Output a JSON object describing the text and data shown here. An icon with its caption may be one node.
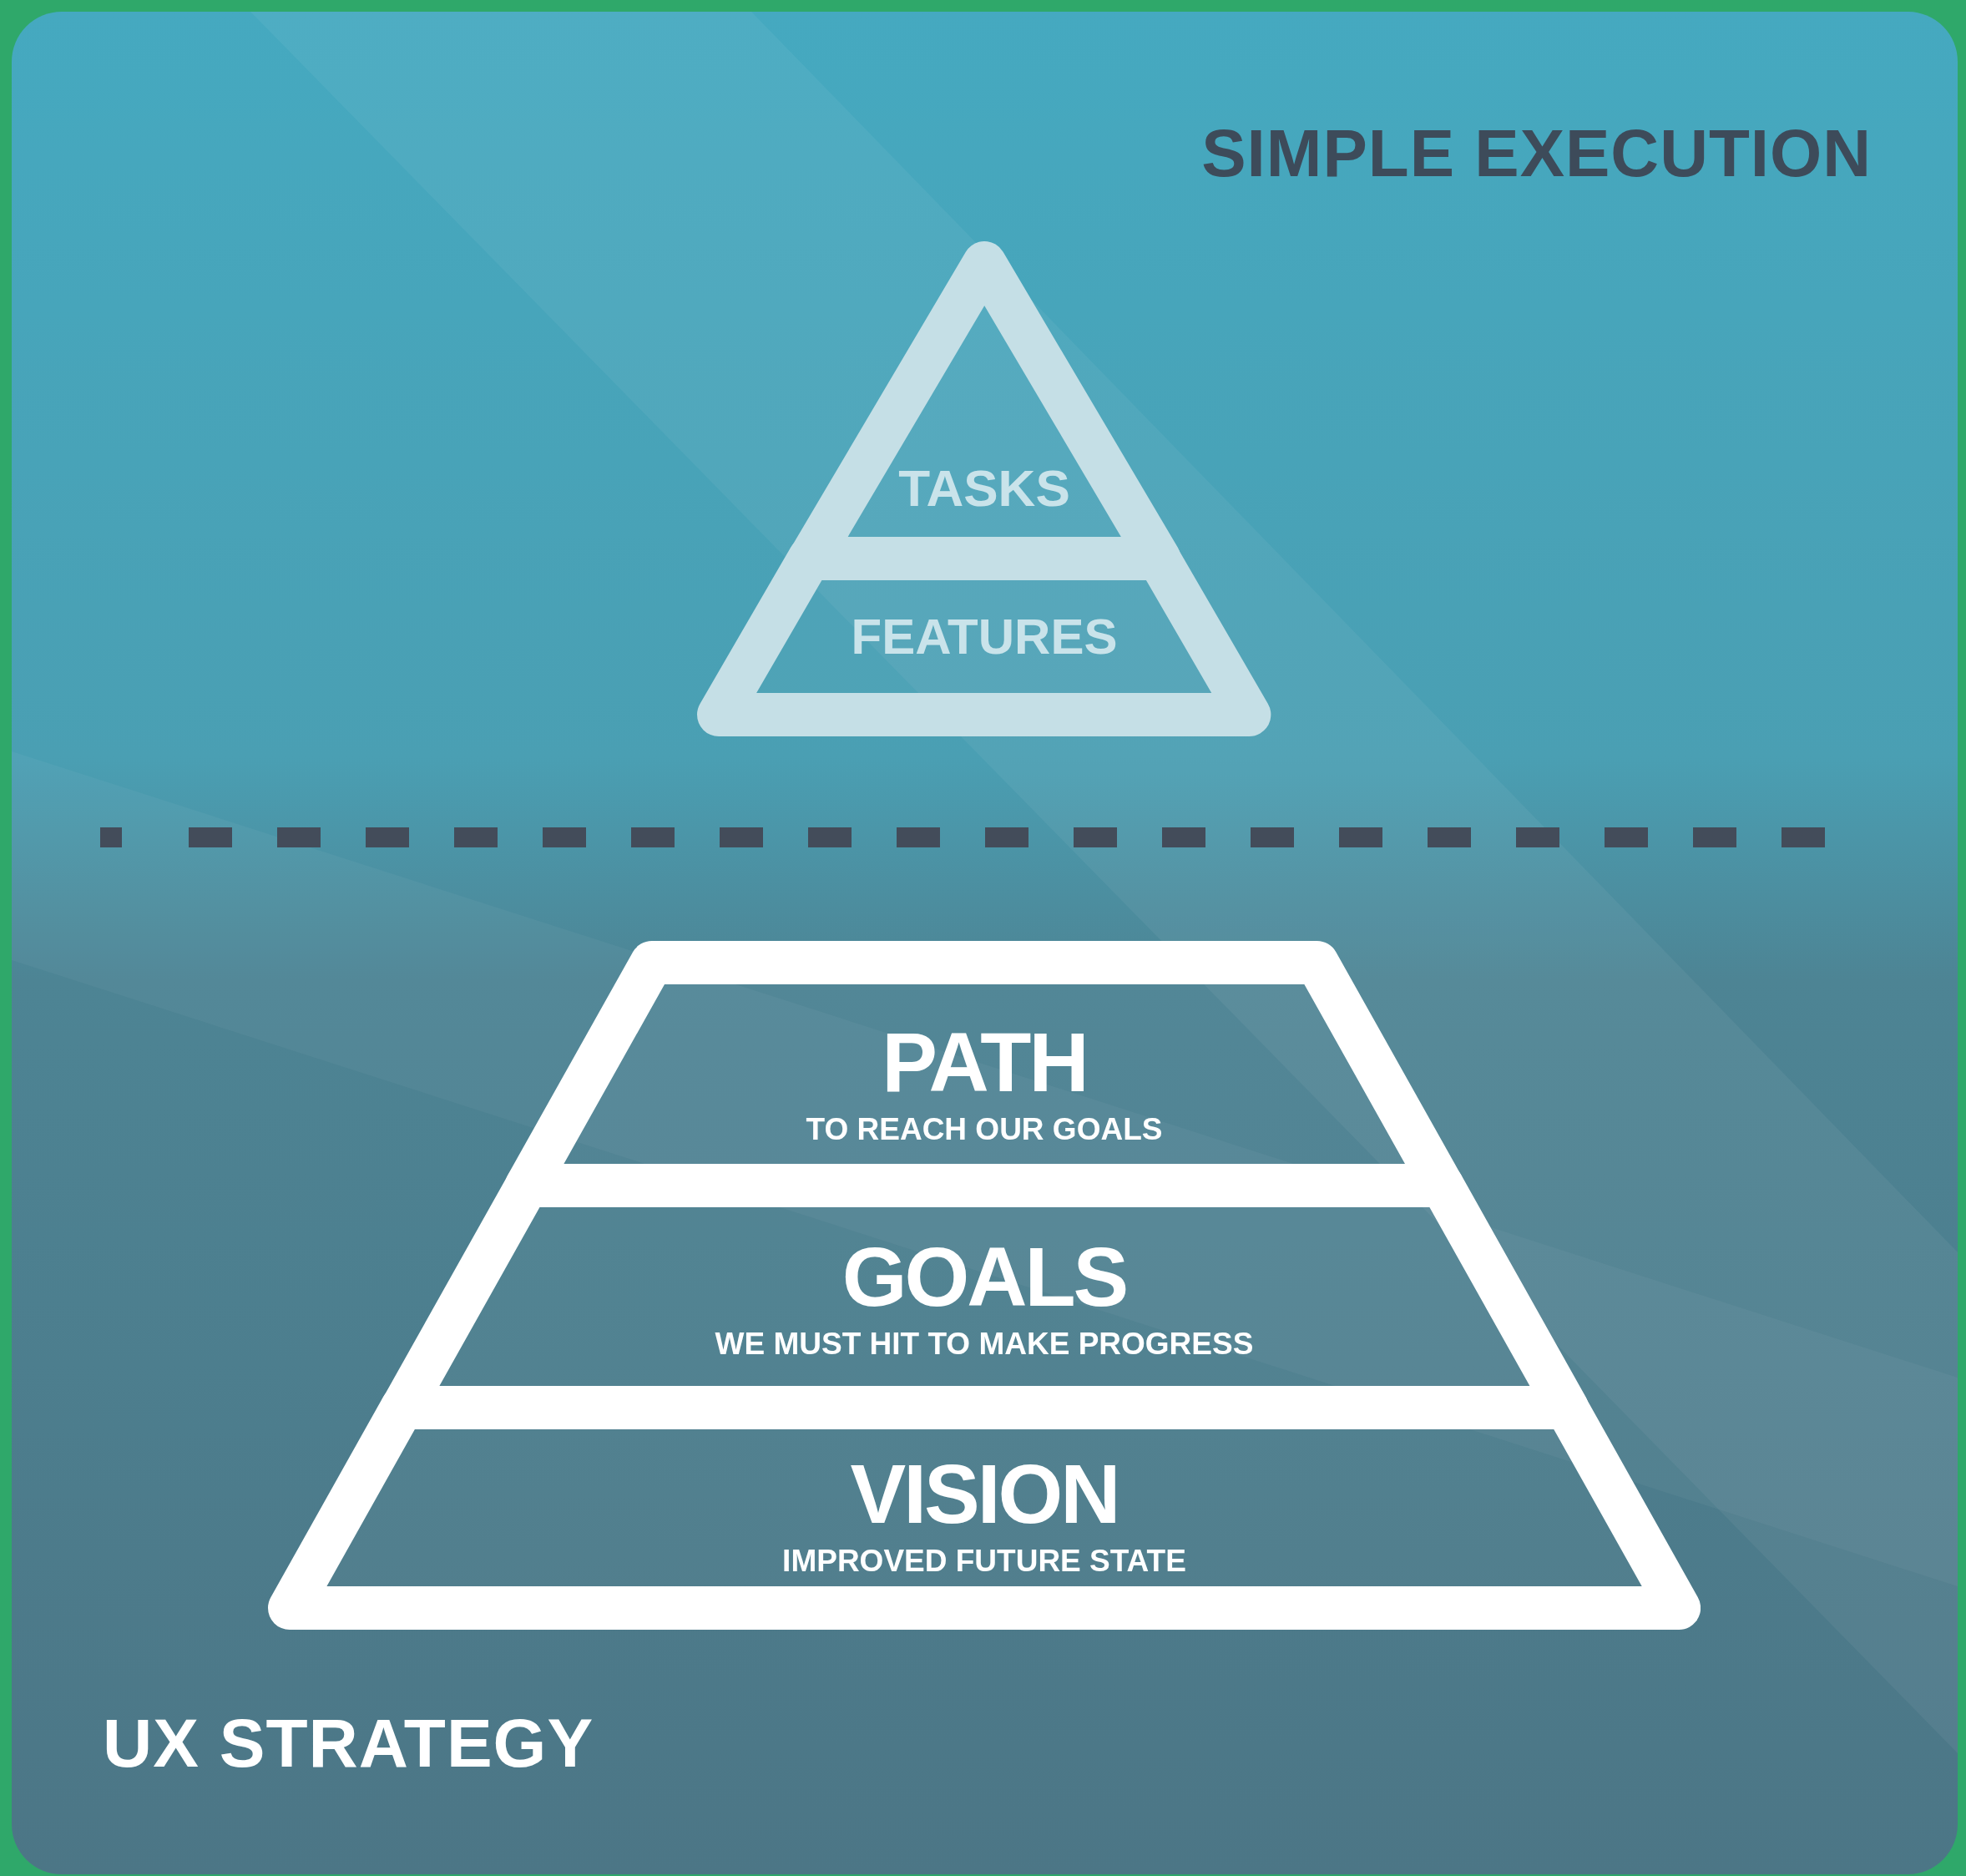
{
  "diagram": {
    "nodes": [
      {
        "text": [
          "TASKS"
        ]
      },
      {
        "text": [
          "FEATURES"
        ]
      },
      {
        "text": [
          "PATH",
          "TO REACH OUR GOALS"
        ]
      },
      {
        "text": [
          "GOALS",
          "WE MUST HIT TO MAKE PROGRESS"
        ]
      },
      {
        "text": [
          "VISION",
          "IMPROVED FUTURE STATE"
        ]
      }
    ],
    "labels": [
      "SIMPLE EXECUTION",
      "UX STRATEGY"
    ]
  }
}
